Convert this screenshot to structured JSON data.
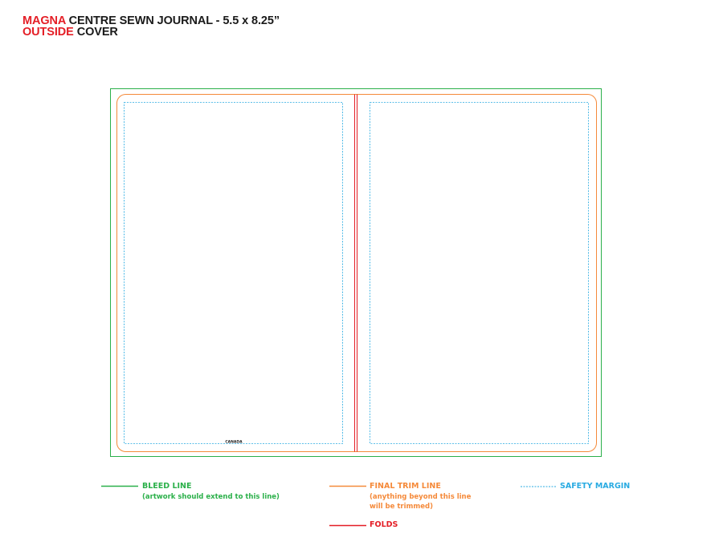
{
  "header": {
    "title_accent_1": "MAGNA",
    "title_rest_1": " CENTRE SEWN JOURNAL - 5.5 x 8.25”",
    "title_accent_2": "OUTSIDE",
    "title_rest_2": " COVER"
  },
  "template": {
    "back_cover_imprint": "CANADA"
  },
  "legend": {
    "bleed": {
      "label": "BLEED LINE",
      "note": "(artwork should extend to this line)"
    },
    "trim": {
      "label": "FINAL TRIM LINE",
      "note_line_1": "(anything beyond this line",
      "note_line_2": "will be trimmed)"
    },
    "safety": {
      "label": "SAFETY MARGIN"
    },
    "folds": {
      "label": "FOLDS"
    }
  },
  "colors": {
    "bleed": "#2bb04a",
    "trim": "#f58a3a",
    "safety": "#29abe2",
    "folds": "#e41e26",
    "title_accent": "#e41e26"
  }
}
